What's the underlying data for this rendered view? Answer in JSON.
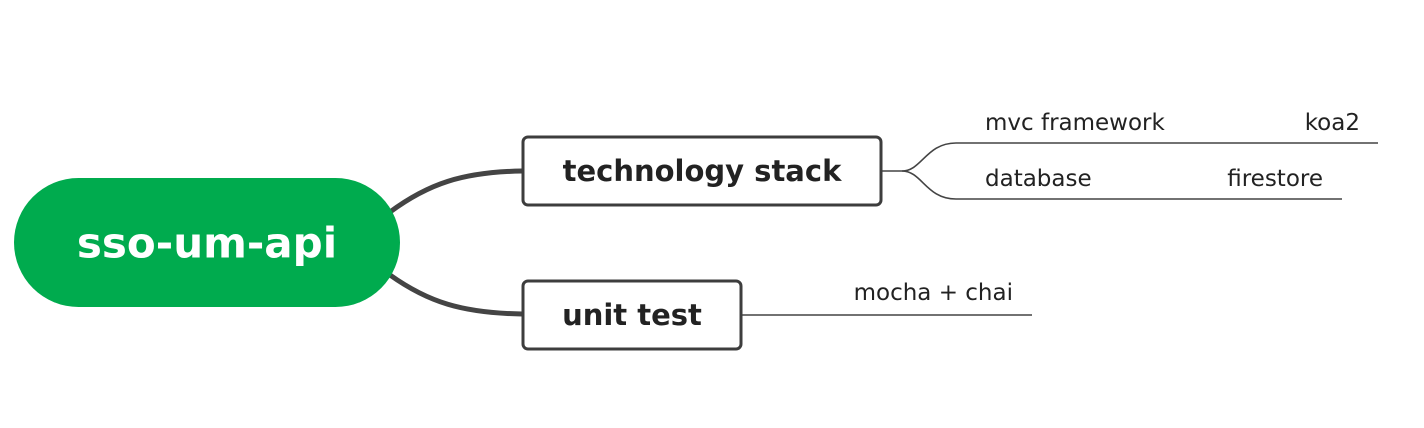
{
  "colors": {
    "root_fill": "#00ab4e",
    "root_text": "#ffffff",
    "text": "#222222",
    "line": "#444444",
    "box_border": "#3d3d3d"
  },
  "root": {
    "label": "sso-um-api"
  },
  "branches": [
    {
      "label": "technology stack",
      "children": [
        {
          "label": "mvc framework",
          "value": "koa2"
        },
        {
          "label": "database",
          "value": "firestore"
        }
      ]
    },
    {
      "label": "unit test",
      "children": [
        {
          "label": "mocha + chai"
        }
      ]
    }
  ]
}
